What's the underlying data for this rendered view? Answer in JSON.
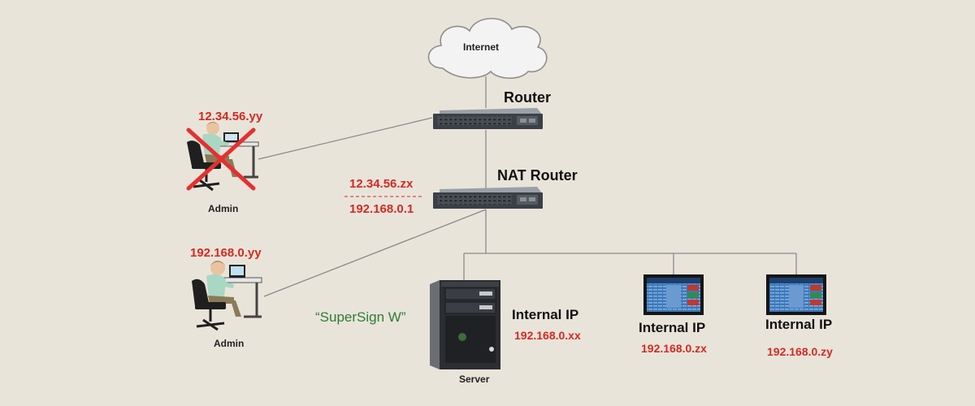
{
  "cloud": {
    "label": "Internet"
  },
  "router": {
    "label": "Router"
  },
  "nat_router": {
    "label": "NAT Router",
    "public_ip": "12.34.56.zx",
    "private_ip": "192.168.0.1"
  },
  "admin_external": {
    "label": "Admin",
    "ip": "12.34.56.yy",
    "blocked": true
  },
  "admin_internal": {
    "label": "Admin",
    "ip": "192.168.0.yy"
  },
  "server": {
    "label": "Server",
    "software": "“SuperSign W”",
    "ip_label": "Internal IP",
    "ip": "192.168.0.xx"
  },
  "displays": [
    {
      "ip_label": "Internal IP",
      "ip": "192.168.0.zx"
    },
    {
      "ip_label": "Internal IP",
      "ip": "192.168.0.zy"
    }
  ],
  "colors": {
    "background": "#e9e4da",
    "ip_text": "#d42a22",
    "software_text": "#2e7d32",
    "cross": "#e53030",
    "lines": "#8a8a8a"
  }
}
